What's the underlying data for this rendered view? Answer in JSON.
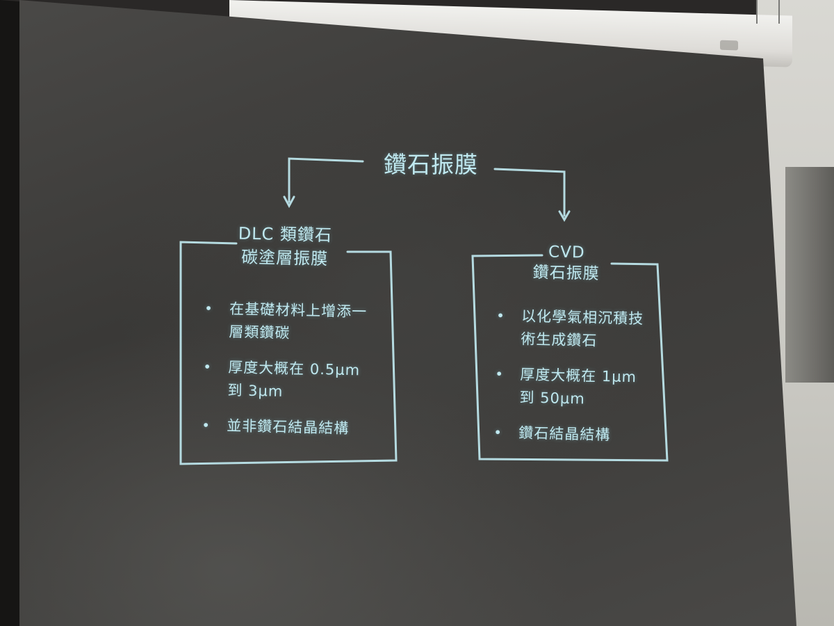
{
  "slide": {
    "title": "鑽石振膜",
    "left": {
      "heading_line1": "DLC 類鑽石",
      "heading_line2": "碳塗層振膜",
      "bullets": [
        "在基礎材料上增添一層類鑽碳",
        "厚度大概在 0.5μm 到 3μm",
        "並非鑽石結晶結構"
      ]
    },
    "right": {
      "heading_line1": "CVD",
      "heading_line2": "鑽石振膜",
      "bullets": [
        "以化學氣相沉積技術生成鑽石",
        "厚度大概在 1μm 到 50μm",
        "鑽石結晶結構"
      ]
    }
  },
  "colors": {
    "slide_text": "#bfe8ef",
    "screen_surface": "#4a4947",
    "screen_border": "#161514"
  }
}
